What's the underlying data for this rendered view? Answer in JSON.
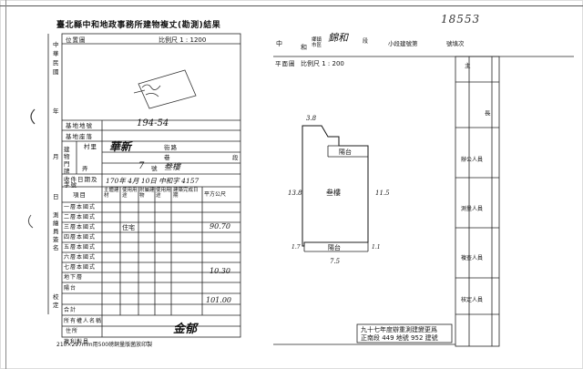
{
  "header": {
    "title": "臺北縣中和地政事務所建物複丈(勘測)結果",
    "serial": "18553"
  },
  "left_form": {
    "location_map_label": "位置圖",
    "scale": "比例尺 1 : 1200",
    "date_label_chars": [
      "中",
      "華",
      "民",
      "國"
    ],
    "year_label": "年",
    "month_label": "月",
    "day_label": "日",
    "surveyor_label_chars": [
      "測",
      "繪",
      "員",
      "簽",
      "名"
    ],
    "verifier_label_chars": [
      "校",
      "定"
    ],
    "rows": {
      "land_no_label": "基地地號",
      "land_no_value": "194-54",
      "land_label_2": "基地座落",
      "house_no_label": "建物門牌",
      "village_label": "村里",
      "village_value": "華新",
      "road_label": "街路",
      "section_label": "段",
      "alley_label": "巷",
      "lane_label": "弄",
      "number_label": "號",
      "number_value": "7",
      "floor_value": "叁樓",
      "receipt_label": "收件日期及字號",
      "receipt_value": "170年 4月 10日 中和字 4157",
      "item_label": "項目",
      "use_label_1": "主體建材",
      "use_label_2": "使用用途",
      "use_label_3": "附屬建物",
      "use_label_4": "使用用途",
      "use_label_5": "建築完成日期",
      "area_label": "平方公尺"
    },
    "floor_rows": [
      {
        "label": "一層本國式",
        "use": "",
        "area": ""
      },
      {
        "label": "二層本國式",
        "use": "",
        "area": ""
      },
      {
        "label": "三層本國式",
        "use": "住宅",
        "area": "90.70"
      },
      {
        "label": "四層本國式",
        "use": "",
        "area": ""
      },
      {
        "label": "五層本國式",
        "use": "",
        "area": ""
      },
      {
        "label": "六層本國式",
        "use": "",
        "area": ""
      },
      {
        "label": "七層本國式",
        "use": "",
        "area": ""
      },
      {
        "label": "地下層",
        "use": "",
        "area": ""
      },
      {
        "label": "陽台",
        "use": "",
        "area": "10.30"
      },
      {
        "label": "",
        "use": "",
        "area": ""
      },
      {
        "label": "合計",
        "use": "",
        "area": "101.00"
      }
    ],
    "owner_label": "所有權人名稱",
    "address_label": "住所",
    "reviewer_label": "複利對員",
    "reviewer_sig": "金郁",
    "footer": "210×297mm用500磅銅量版菌放印製"
  },
  "right_form": {
    "county_labels": [
      "中",
      "和"
    ],
    "county_text": "鄉鎮市區",
    "section_name_hw": "錦和",
    "section_label": "段",
    "subsection_label": "小段建號第",
    "number_label": "號填次",
    "plan_label": "平面圖",
    "scale": "比例尺 1 : 200",
    "building_label": "叁樓",
    "balcony_top": "陽台",
    "balcony_bottom": "陽台",
    "dim_top": "3.8",
    "dim_left": "13.8",
    "dim_right": "11.5",
    "dim_bottom": "7.5",
    "dim_small_1": "1.7",
    "dim_small_2": "1.1",
    "side_labels": [
      "主",
      "長",
      "辦公人員",
      "測量人員",
      "複查人員",
      "核定人員"
    ],
    "stamp_line1": "九十七年度辦重測建變更爲",
    "stamp_line2": "正南段 449 地號 952 建號"
  }
}
